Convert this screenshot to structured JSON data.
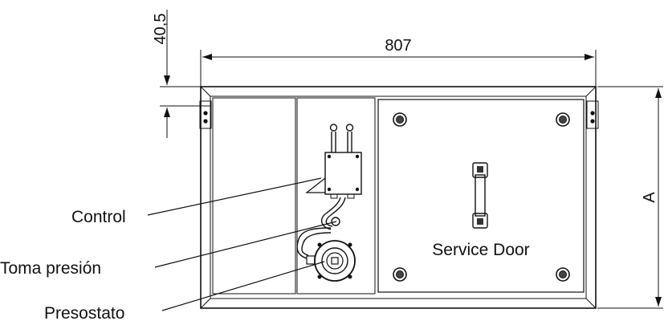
{
  "dimensions": {
    "width": "807",
    "offset": "40,5",
    "height": "A"
  },
  "labels": {
    "service_door": "Service Door",
    "control": "Control",
    "toma_presion": "Toma presión",
    "presostato": "Presostato"
  },
  "colors": {
    "line": "#111111",
    "background": "#ffffff"
  }
}
